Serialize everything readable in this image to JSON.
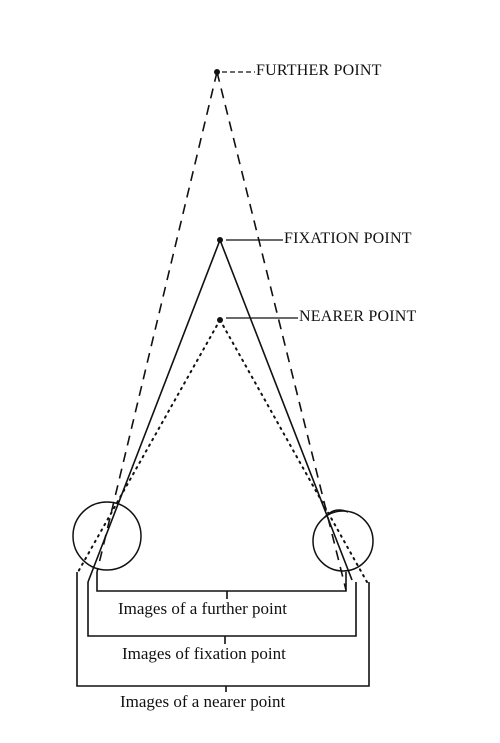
{
  "diagram": {
    "points": {
      "further": "FURTHER POINT",
      "fixation": "FIXATION POINT",
      "nearer": "NEARER POINT"
    },
    "captions": {
      "further_images": "Images of a further point",
      "fixation_images": "Images of fixation point",
      "nearer_images": "Images of a nearer point"
    }
  }
}
